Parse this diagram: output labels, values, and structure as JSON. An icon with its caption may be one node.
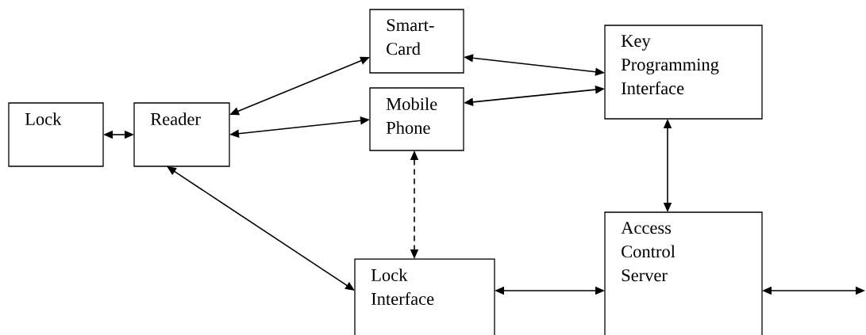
{
  "diagram": {
    "nodes": [
      {
        "text": [
          "Lock"
        ]
      },
      {
        "text": [
          "Reader"
        ]
      },
      {
        "text": [
          "Smart-Card"
        ]
      },
      {
        "text": [
          "Mobile Phone"
        ]
      },
      {
        "text": [
          "Key Programming Interface"
        ]
      },
      {
        "text": [
          "Lock Interface"
        ]
      },
      {
        "text": [
          "Access Control Server"
        ]
      }
    ],
    "edges": [
      {
        "from": 0,
        "to": 1,
        "arrow": "both"
      },
      {
        "from": 1,
        "to": 2,
        "arrow": "both"
      },
      {
        "from": 1,
        "to": 3,
        "arrow": "both"
      },
      {
        "from": 2,
        "to": 4,
        "arrow": "both"
      },
      {
        "from": 3,
        "to": 4,
        "arrow": "both"
      },
      {
        "from": 3,
        "to": 5,
        "arrow": "both",
        "style": "dashed"
      },
      {
        "from": 1,
        "to": 5,
        "arrow": "both"
      },
      {
        "from": 4,
        "to": 6,
        "arrow": "both"
      },
      {
        "from": 5,
        "to": 6,
        "arrow": "both"
      },
      {
        "from": 6,
        "to": null,
        "arrow": "both"
      }
    ]
  }
}
